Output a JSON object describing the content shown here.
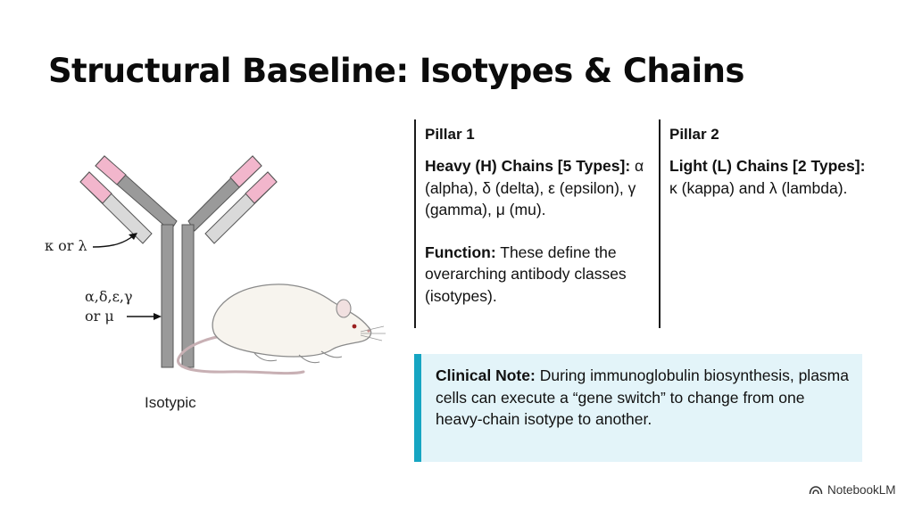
{
  "title": "Structural Baseline: Isotypes & Chains",
  "diagram": {
    "light_chain_label": "κ or λ",
    "heavy_chain_label_line1": "α,δ,ε,γ",
    "heavy_chain_label_line2": "or μ",
    "caption": "Isotypic",
    "colors": {
      "chain": "#9a9a9a",
      "light": "#d9d9d9",
      "variable": "#f2b6cc"
    }
  },
  "pillar1": {
    "heading": "Pillar 1",
    "chains_label": "Heavy (H) Chains [5 Types]:",
    "chains_text": "α (alpha), δ (delta), ε (epsilon), γ (gamma), μ (mu).",
    "function_label": "Function:",
    "function_text": "These define the overarching antibody classes (isotypes)."
  },
  "pillar2": {
    "heading": "Pillar 2",
    "chains_label": "Light (L) Chains [2 Types]:",
    "chains_text": "κ (kappa) and λ (lambda)."
  },
  "note": {
    "label": "Clinical Note:",
    "text": "During immunoglobulin biosynthesis, plasma cells can execute a “gene switch” to change from one heavy-chain isotype to another.",
    "accent_color": "#16a5c2",
    "background_color": "#e3f4f9"
  },
  "brand": {
    "name": "NotebookLM",
    "icon": "notebooklm-logo-icon"
  }
}
